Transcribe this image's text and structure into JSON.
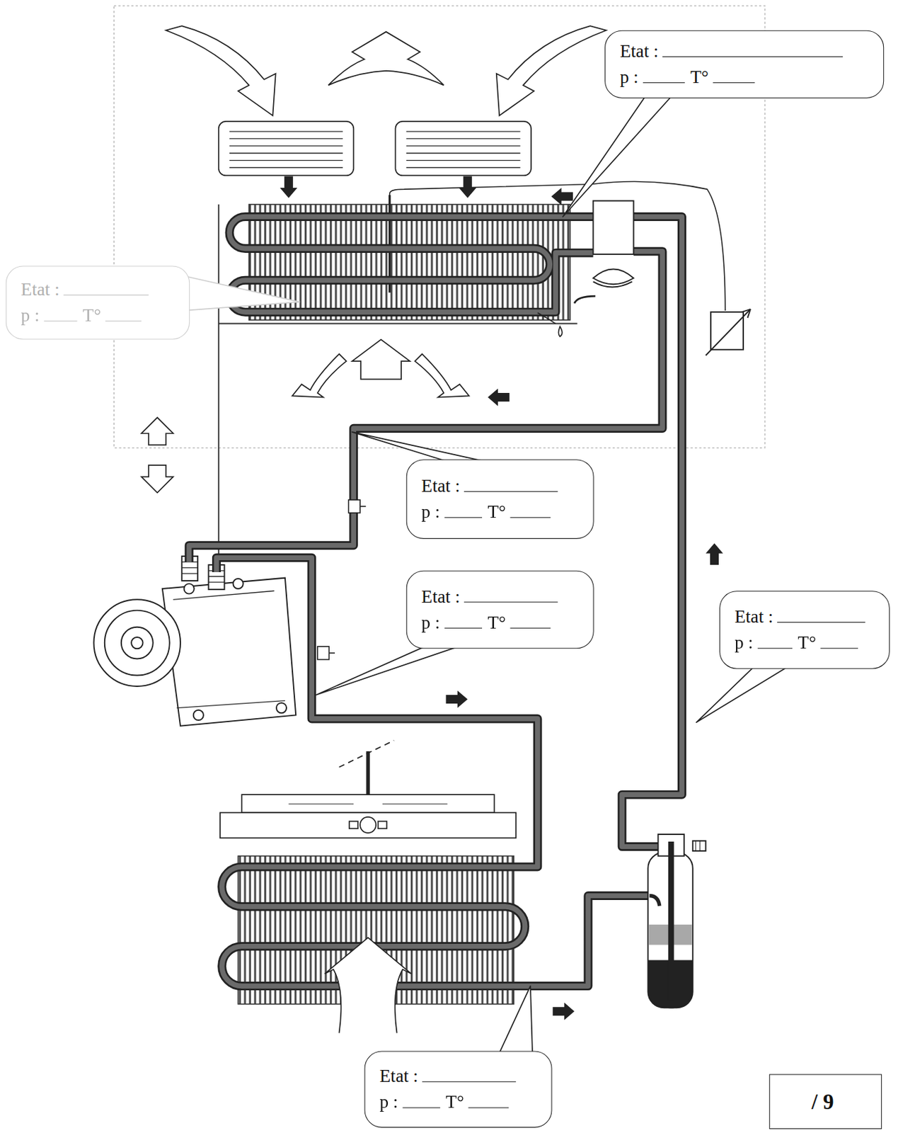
{
  "diagram": {
    "nodes": [
      {
        "text": [
          "Etat :",
          "p :",
          "T°"
        ]
      },
      {
        "text": [
          "Etat :",
          "p :",
          "T°"
        ]
      },
      {
        "text": [
          "Etat :",
          "p :",
          "T°"
        ]
      },
      {
        "text": [
          "Etat :",
          "p :",
          "T°"
        ]
      },
      {
        "text": [
          "Etat :",
          "p :",
          "T°"
        ]
      },
      {
        "text": [
          "Etat :",
          "p :",
          "T°"
        ]
      },
      {
        "text": [
          "/ 9"
        ]
      }
    ]
  }
}
